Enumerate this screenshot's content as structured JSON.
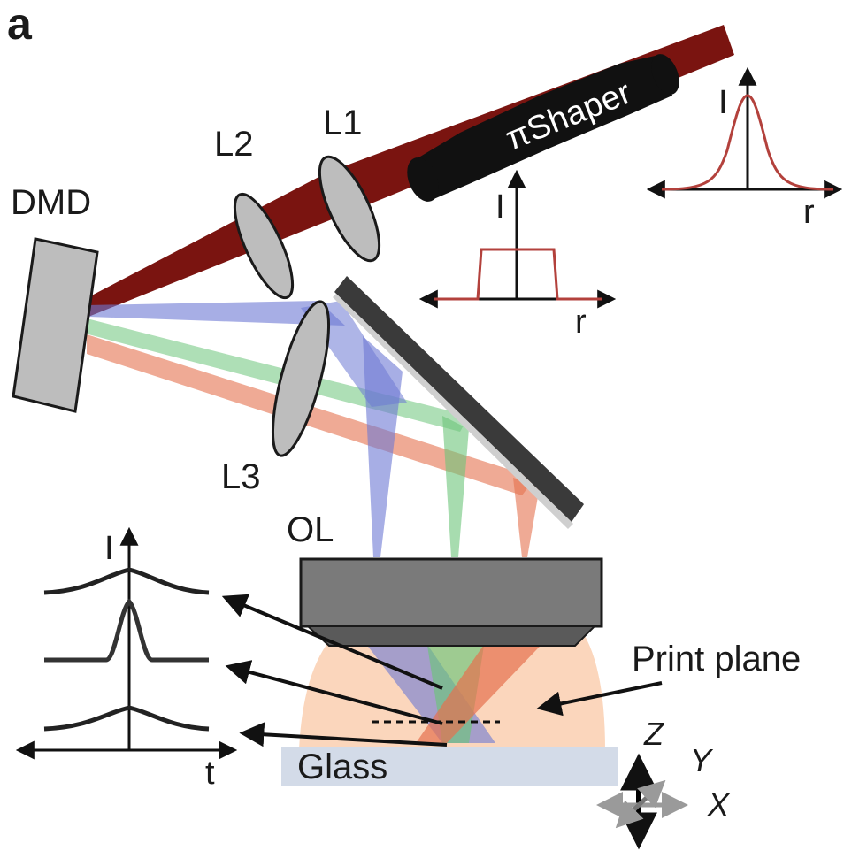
{
  "figure": {
    "panel_label": "a",
    "labels": {
      "dmd": "DMD",
      "l1": "L1",
      "l2": "L2",
      "l3": "L3",
      "ol": "OL",
      "shaper": "πShaper",
      "print_plane": "Print plane",
      "glass": "Glass"
    },
    "profile_axes": {
      "intensity": "I",
      "radius": "r",
      "time": "t"
    },
    "coordinate_axes": {
      "z": "Z",
      "y": "Y",
      "x": "X"
    }
  },
  "colors": {
    "beam_red": "#7a1410",
    "beam_blue": "#6c78d4",
    "beam_green": "#6cc57a",
    "beam_orange": "#e5714f",
    "focal_region": "#fbd6bc",
    "glass": "#d3dbe8",
    "component_gray": "#bdbdbd",
    "mirror": "#3a3a3a",
    "profile_curve": "#b3413c"
  },
  "icons": [
    "gaussian-profile-icon",
    "flat-top-profile-icon",
    "temporal-profile-icon",
    "xyz-axes-icon"
  ]
}
